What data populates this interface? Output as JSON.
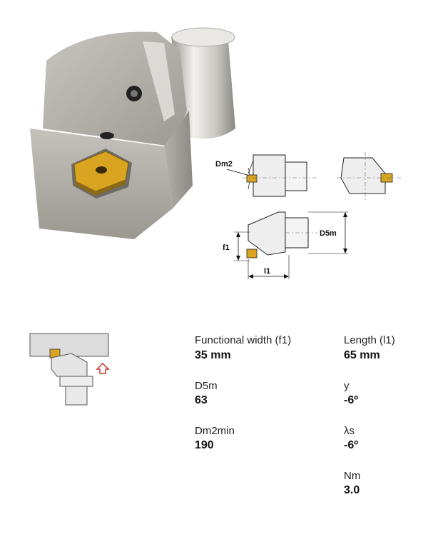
{
  "drawing_labels": {
    "dm2": "Dm2",
    "d5m": "D5m",
    "f1": "f1",
    "l1": "l1"
  },
  "specs": {
    "functional_width": {
      "label": "Functional width (f1)",
      "value": "35 mm"
    },
    "length": {
      "label": "Length (l1)",
      "value": "65 mm"
    },
    "d5m": {
      "label": "D5m",
      "value": "63"
    },
    "y": {
      "label": "y",
      "value": "-6º"
    },
    "dm2min": {
      "label": "Dm2min",
      "value": "190"
    },
    "lambda_s": {
      "label": "λs",
      "value": "-6º"
    },
    "nm": {
      "label": "Nm",
      "value": "3.0"
    }
  },
  "colors": {
    "steel_light": "#d8d6d0",
    "steel_dark": "#8e8c86",
    "insert_gold": "#d9a520",
    "arrow_red": "#c0392b"
  }
}
